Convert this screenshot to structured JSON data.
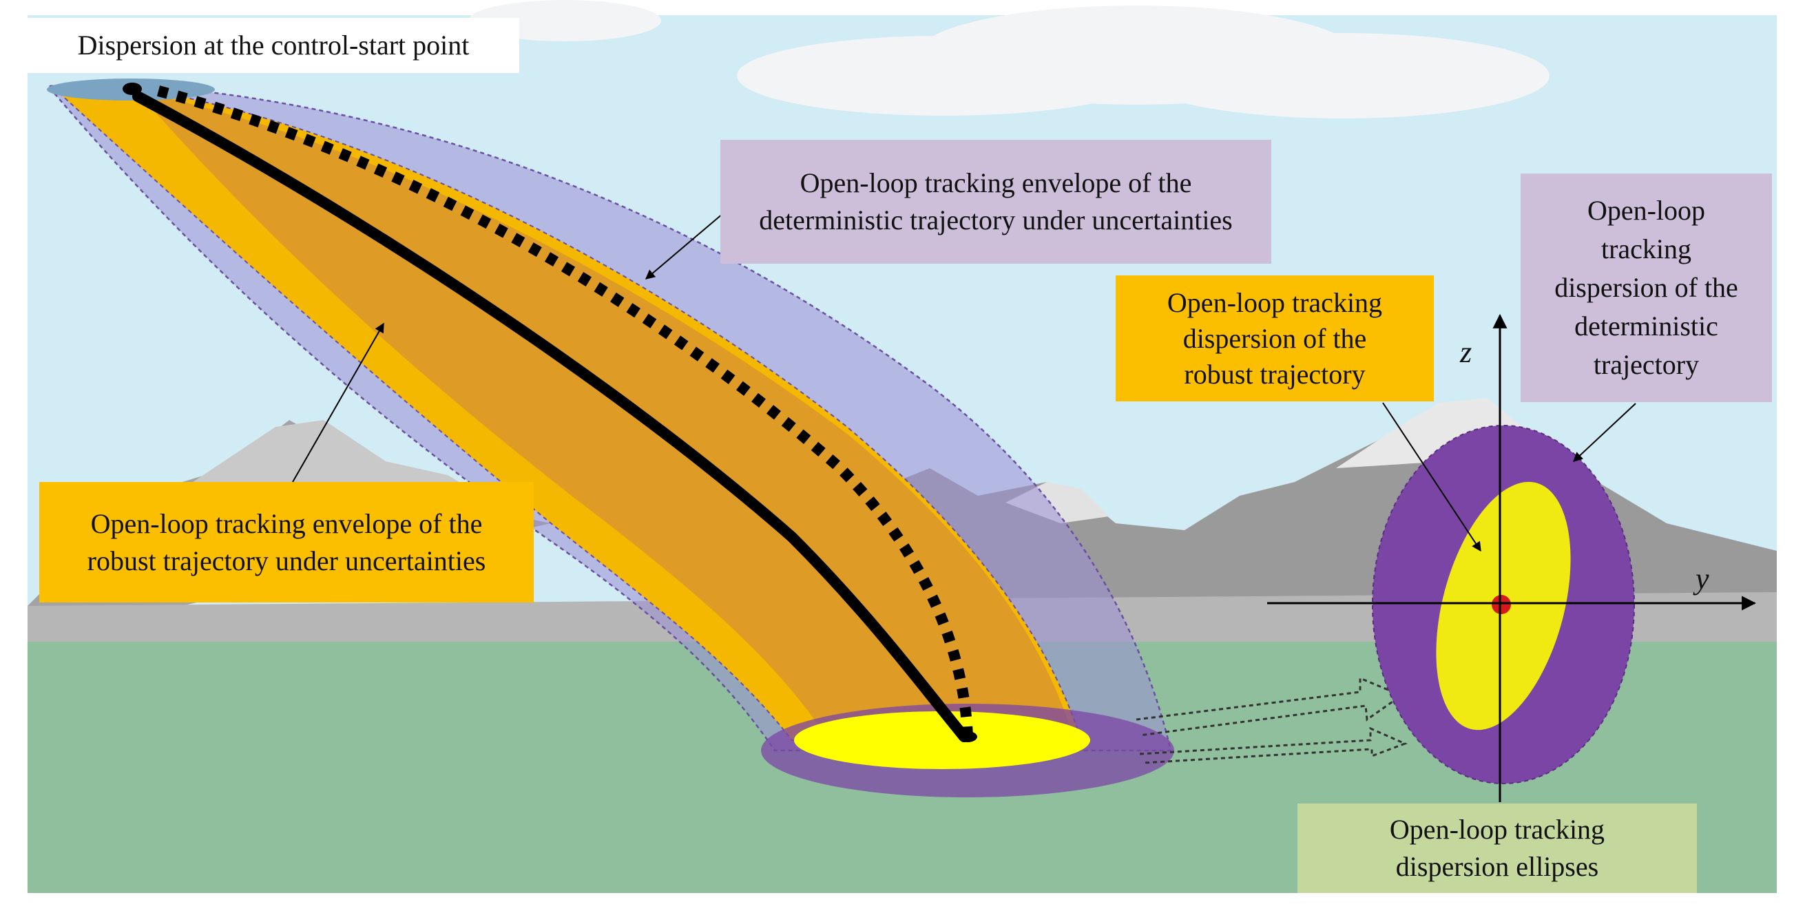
{
  "labels": {
    "control_start": "Dispersion at the control-start point",
    "det_envelope": [
      "Open-loop tracking envelope of the",
      "deterministic trajectory under uncertainties"
    ],
    "robust_envelope": [
      "Open-loop tracking envelope of the",
      "robust trajectory under uncertainties"
    ],
    "robust_dispersion": [
      "Open-loop tracking",
      "dispersion of the",
      "robust trajectory"
    ],
    "det_dispersion": [
      "Open-loop",
      "tracking",
      "dispersion of the",
      "deterministic",
      "trajectory"
    ],
    "ellipses": [
      "Open-loop tracking",
      "dispersion ellipses"
    ]
  },
  "axes": {
    "z": "z",
    "y": "y"
  },
  "colors": {
    "sky": "#cdeaf4",
    "ground": "#8fbf9d",
    "mountain": "#9c9c9c",
    "robust_envelope": "#f5b800",
    "det_envelope": "#9b8fd6",
    "robust_ellipse": "#f0ea12",
    "det_ellipse": "#7b45a6",
    "label_purple": "#cdbfd9",
    "label_orange": "#fcbf00",
    "label_green": "#c4d89e"
  }
}
